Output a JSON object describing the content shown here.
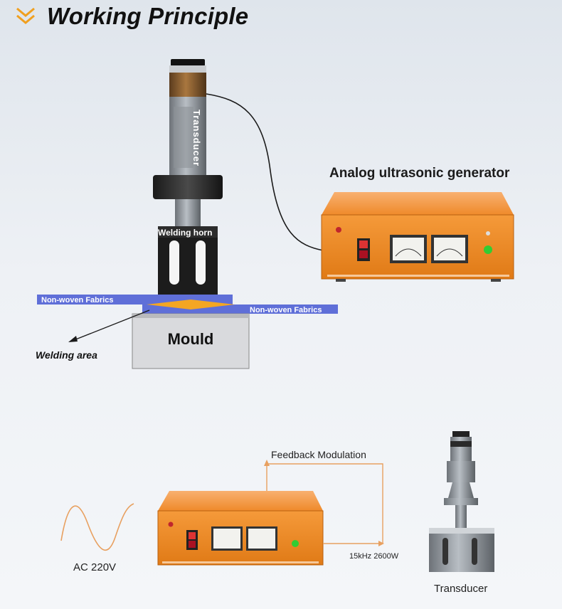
{
  "header": {
    "title": "Working Principle"
  },
  "labels": {
    "transducer_vertical": "Transducer",
    "welding_horn": "Welding horn",
    "generator": "Analog ultrasonic generator",
    "fabric_top": "Non-woven Fabrics",
    "fabric_bottom": "Non-woven Fabrics",
    "mould": "Mould",
    "welding_area": "Welding area",
    "feedback": "Feedback Modulation",
    "frequency_power": "15kHz 2600W",
    "ac_input": "AC 220V",
    "transducer_bottom": "Transducer"
  },
  "colors": {
    "generator_orange": "#f08a24",
    "fabric_blue": "#5f6fd8",
    "weld_orange": "#f4a623",
    "arrow_orange": "#e8a060",
    "accent_chevron": "#f0a020"
  }
}
